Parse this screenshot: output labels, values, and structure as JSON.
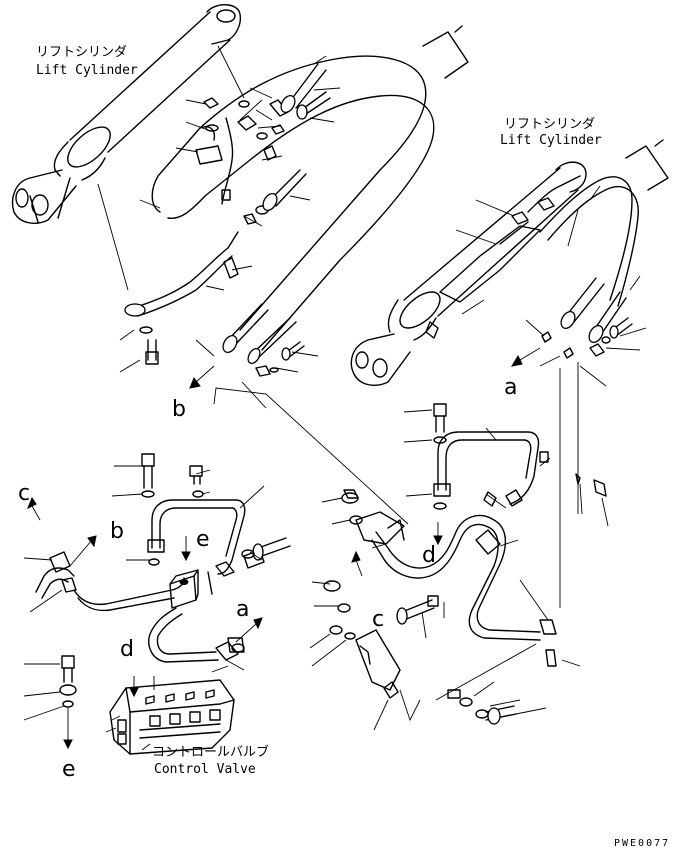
{
  "labels": {
    "lift_cylinder_left": {
      "jp": "リフトシリンダ",
      "en": "Lift Cylinder"
    },
    "lift_cylinder_right": {
      "jp": "リフトシリンダ",
      "en": "Lift Cylinder"
    },
    "control_valve": {
      "jp": "コントロールバルブ",
      "en": "Control Valve"
    }
  },
  "refs": {
    "a_right": "a",
    "a_lower": "a",
    "b_top": "b",
    "b_left": "b",
    "c_left": "c",
    "c_mid": "c",
    "d_mid": "d",
    "d_left": "d",
    "e_mid": "e",
    "e_bottom": "e"
  },
  "drawing_code": "PWE0077"
}
